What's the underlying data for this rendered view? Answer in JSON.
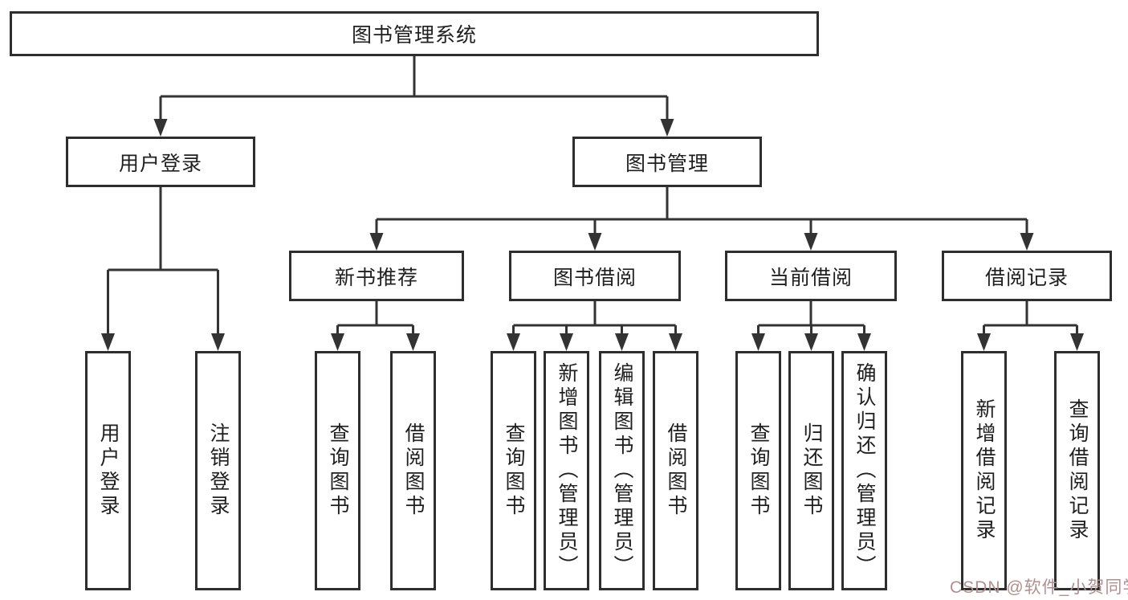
{
  "diagram": {
    "root": {
      "label": "图书管理系统"
    },
    "branches": [
      {
        "label": "用户登录",
        "children": [
          {
            "label": "用户登录"
          },
          {
            "label": "注销登录"
          }
        ]
      },
      {
        "label": "图书管理",
        "children": [
          {
            "label": "新书推荐",
            "children": [
              {
                "label": "查询图书"
              },
              {
                "label": "借阅图书"
              }
            ]
          },
          {
            "label": "图书借阅",
            "children": [
              {
                "label": "查询图书"
              },
              {
                "label": "新增图书（管理员）"
              },
              {
                "label": "编辑图书（管理员）"
              },
              {
                "label": "借阅图书"
              }
            ]
          },
          {
            "label": "当前借阅",
            "children": [
              {
                "label": "查询图书"
              },
              {
                "label": "归还图书"
              },
              {
                "label": "确认归还（管理员）"
              }
            ]
          },
          {
            "label": "借阅记录",
            "children": [
              {
                "label": "新增借阅记录"
              },
              {
                "label": "查询借阅记录"
              }
            ]
          }
        ]
      }
    ]
  },
  "watermark": {
    "text": "CSDN @软件_小贺同学"
  },
  "colors": {
    "line": "#333333",
    "border": "#2e2e2e",
    "text": "#1f1f1f",
    "watermark": "#b18f8e",
    "background": "#ffffff"
  }
}
